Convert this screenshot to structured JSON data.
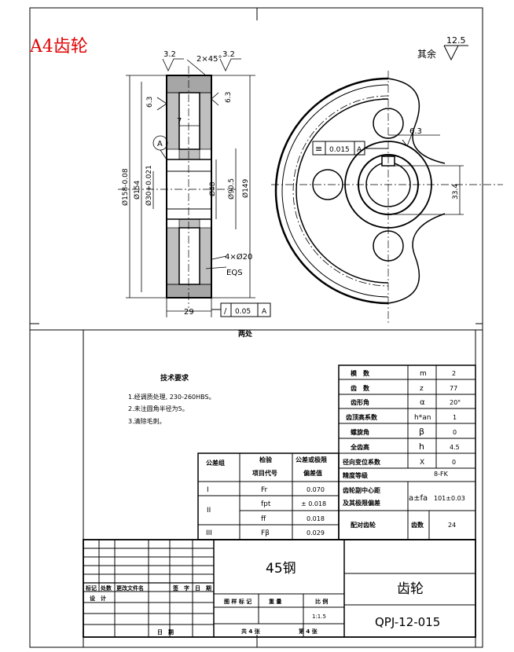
{
  "title_corner": "A4齿轮",
  "roughness": {
    "value": "12.5",
    "label": "其余"
  },
  "front_view": {
    "rough_top_left": "3.2",
    "chamfer": "2×45°",
    "rough_top_right": "3.2",
    "rough_left": "6.3",
    "rough_right": "6.3",
    "datum": "A",
    "dim_7": "7",
    "dim_outer": "Ø158-0.08",
    "dim_154": "Ø154",
    "dim_bore": "Ø30+0.021",
    "dim_48": "Ø48",
    "dim_90": "Ø90.5",
    "dim_149": "Ø149",
    "holes": "4×Ø20",
    "holes_pos": "EQS",
    "width": "29",
    "tol_symbol": "/",
    "tol_value": "0.05",
    "tol_datum": "A",
    "note_below": "两处"
  },
  "side_view": {
    "tol_symbol": "≡",
    "tol_value": "0.015",
    "tol_datum": "A",
    "rough": "6.3",
    "keyway": "33.4"
  },
  "tech_req": {
    "title": "技术要求",
    "items": [
      "1.经调质处理, 230-260HBS。",
      "2.未注圆角半径为5。",
      "3.清除毛刺。"
    ]
  },
  "param_table": [
    {
      "name": "模　数",
      "sym": "m",
      "val": "2"
    },
    {
      "name": "齿　数",
      "sym": "z",
      "val": "77"
    },
    {
      "name": "齿形角",
      "sym": "α",
      "val": "20°"
    },
    {
      "name": "齿顶高系数",
      "sym": "h*an",
      "val": "1"
    },
    {
      "name": "螺旋角",
      "sym": "β",
      "val": "0"
    },
    {
      "name": "全齿高",
      "sym": "h",
      "val": "4.5"
    },
    {
      "name": "径向变位系数",
      "sym": "X",
      "val": "0"
    },
    {
      "name": "精度等级",
      "sym": "",
      "val": "8-FK"
    },
    {
      "name": "齿轮副中心距",
      "name2": "及其极限偏差",
      "sym": "a±fa",
      "val": "101±0.03"
    },
    {
      "name": "配对齿轮",
      "sym": "齿数",
      "val": "24"
    }
  ],
  "tol_table": {
    "headers": [
      "公差组",
      "检验",
      "项目代号",
      "公差或极限",
      "偏差值"
    ],
    "rows": [
      {
        "group": "I",
        "code": "Fr",
        "val": "0.070"
      },
      {
        "group": "II",
        "code": "fpt",
        "val": "± 0.018"
      },
      {
        "group": "",
        "code": "ff",
        "val": "0.018"
      },
      {
        "group": "III",
        "code": "Fβ",
        "val": "0.029"
      }
    ]
  },
  "title_block": {
    "material": "45钢",
    "part_name": "齿轮",
    "drawing_no": "QPJ-12-015",
    "h_biaoji": "标记",
    "h_chushu": "处数",
    "h_wenjian": "更改文件名",
    "h_qianzi": "签　字",
    "h_riqi": "日　期",
    "sheji": "设　计",
    "riqi": "日　期",
    "tuyang": "图 样 标 记",
    "zhongliang": "重 量",
    "bili": "比 例",
    "scale": "1:1.5",
    "gong": "共 4 张",
    "di": "第 4 张"
  }
}
